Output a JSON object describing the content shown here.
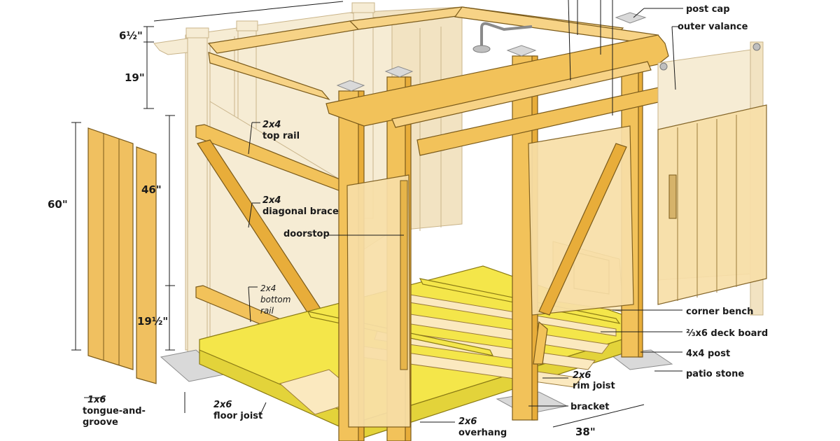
{
  "labels": {
    "post_cap": "post cap",
    "outer_valance": "outer valance",
    "top_rail": [
      "2x4",
      "top rail"
    ],
    "diagonal_brace": [
      "2x4",
      "diagonal brace"
    ],
    "doorstop": "doorstop",
    "bottom_rail": [
      "2x4",
      "bottom",
      "rail"
    ],
    "corner_bench": "corner bench",
    "deck_board": "⅔x6 deck board",
    "post": "4x4 post",
    "patio_stone": "patio stone",
    "rim_joist": [
      "2x6",
      "rim joist"
    ],
    "bracket": "bracket",
    "floor_joist": [
      "2x6",
      "floor joist"
    ],
    "overhang": [
      "2x6",
      "overhang"
    ],
    "tongue_groove": [
      "1x6",
      "tongue-and-",
      "groove"
    ]
  },
  "dimensions": {
    "d6_5": "6½\"",
    "d19": "19\"",
    "d46": "46\"",
    "d19_5": "19½\"",
    "d60": "60\"",
    "d38": "38\""
  }
}
